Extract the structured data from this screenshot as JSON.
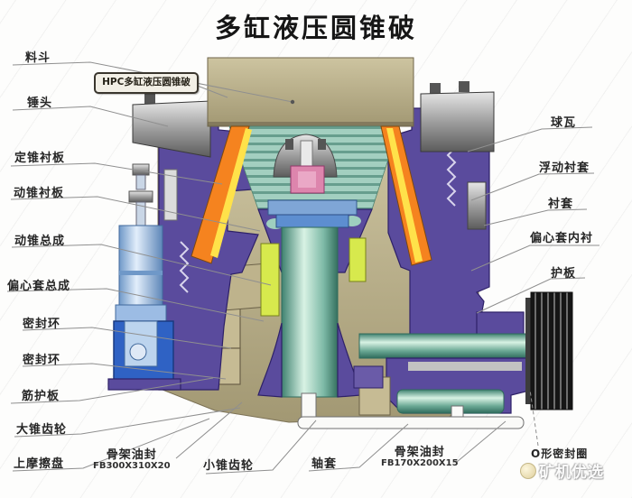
{
  "title": "多缸液压圆锥破",
  "tag_box": {
    "label": "HPC多缸液压圆锥破"
  },
  "labels": {
    "left": [
      {
        "text": "料斗"
      },
      {
        "text": "锤头"
      },
      {
        "text": "定锥衬板"
      },
      {
        "text": "动锥衬板"
      },
      {
        "text": "动锥总成"
      },
      {
        "text": "偏心套总成"
      },
      {
        "text": "密封环"
      },
      {
        "text": "密封环"
      },
      {
        "text": "筋护板"
      },
      {
        "text": "大锥齿轮"
      },
      {
        "text": "上摩擦盘"
      }
    ],
    "right": [
      {
        "text": "球瓦"
      },
      {
        "text": "浮动衬套"
      },
      {
        "text": "衬套"
      },
      {
        "text": "偏心套内衬"
      },
      {
        "text": "护板"
      }
    ],
    "bottom": [
      {
        "text": "骨架油封",
        "sub": "FB300X310X20"
      },
      {
        "text": "小锥齿轮",
        "sub": ""
      },
      {
        "text": "轴套",
        "sub": ""
      },
      {
        "text": "骨架油封",
        "sub": "FB170X200X15"
      },
      {
        "text": "O形密封圈",
        "sub": ""
      }
    ]
  },
  "watermark": {
    "text": "矿机优选",
    "logo": "gold-seal-icon"
  },
  "palette": {
    "purple": "#5a4b9d",
    "purple-dark": "#2e2168",
    "tan": "#b7ac87",
    "tan-light": "#d2c9a8",
    "tan-dark": "#7c7256",
    "orange": "#f5831f",
    "yellow": "#ffe24a",
    "yellow-green": "#d7e94d",
    "teal": "#79b7a2",
    "teal-dark": "#3f8270",
    "metal": "#9a9a9a",
    "blue-light": "#c6dcf2",
    "blue-dark": "#2f62c4",
    "pink": "#dd85ad",
    "pulley": "#1c1c1c",
    "pipe": "#fafaf8",
    "line": "#8f8f8f",
    "ink": "#1e1e1e",
    "paper": "#fdfdfc"
  }
}
